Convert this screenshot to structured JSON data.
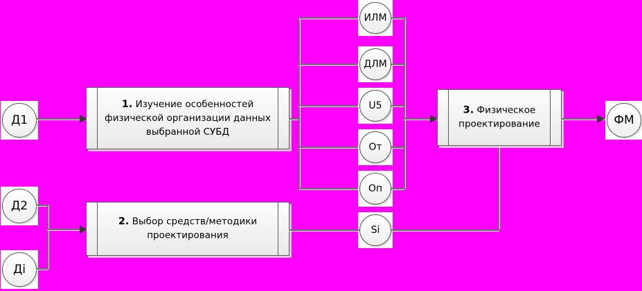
{
  "diagram": {
    "background_color": "#FF00FF",
    "line_color": "#6E6E6E",
    "box_fill": "#F4F4F4",
    "box_border": "#5A5A5A",
    "inputs": [
      {
        "id": "d1",
        "label": "Д1"
      },
      {
        "id": "d2",
        "label": "Д2"
      },
      {
        "id": "di",
        "label": "Дi"
      }
    ],
    "processes": [
      {
        "id": "p1",
        "number": "1.",
        "text": " Изучение особенностей физической организации данных выбранной СУБД"
      },
      {
        "id": "p2",
        "number": "2.",
        "text": " Выбор средств/методики проектирования"
      },
      {
        "id": "p3",
        "number": "3.",
        "text": " Физическое проектирование"
      }
    ],
    "middle_nodes": [
      {
        "id": "ilm",
        "label": "ИЛМ"
      },
      {
        "id": "dlm",
        "label": "ДЛМ"
      },
      {
        "id": "u5",
        "label": "U5"
      },
      {
        "id": "ot",
        "label": "От"
      },
      {
        "id": "op",
        "label": "Оп"
      },
      {
        "id": "si",
        "label": "Si"
      }
    ],
    "output": {
      "id": "fm",
      "label": "ФМ"
    }
  }
}
